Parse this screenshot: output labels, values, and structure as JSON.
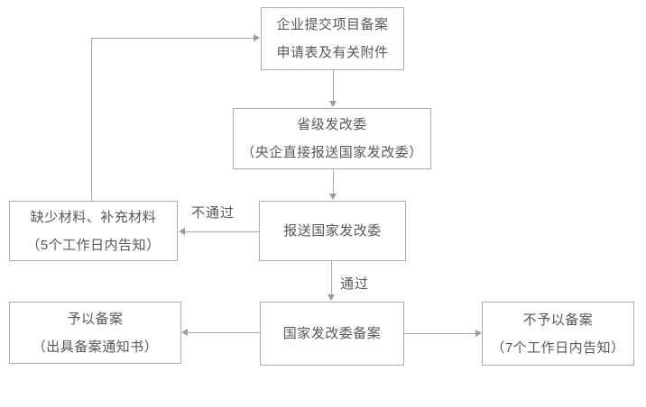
{
  "colors": {
    "background": "#ffffff",
    "node_border": "#ababab",
    "node_fill": "#ffffff",
    "text": "#595959",
    "line": "#a9a9a9",
    "arrowhead": "#9b9b9b"
  },
  "nodes": [
    {
      "id": "submit-application",
      "lines": [
        "企业提交项目备案",
        "申请表及有关附件"
      ]
    },
    {
      "id": "provincial-drc",
      "lines": [
        "省级发改委",
        "（央企直接报送国家发改委）"
      ]
    },
    {
      "id": "report-to-ndrc",
      "lines": [
        "报送国家发改委"
      ]
    },
    {
      "id": "missing-materials",
      "lines": [
        "缺少材料、补充材料",
        "（5个工作日内告知）"
      ]
    },
    {
      "id": "ndrc-filing",
      "lines": [
        "国家发改委备案"
      ]
    },
    {
      "id": "filing-granted",
      "lines": [
        "予以备案",
        "（出具备案通知书）"
      ]
    },
    {
      "id": "filing-denied",
      "lines": [
        "不予以备案",
        "（7个工作日内告知）"
      ]
    }
  ],
  "edges": [
    {
      "from": "submit-application",
      "to": "provincial-drc",
      "label": ""
    },
    {
      "from": "provincial-drc",
      "to": "report-to-ndrc",
      "label": ""
    },
    {
      "from": "report-to-ndrc",
      "to": "missing-materials",
      "label": "不通过"
    },
    {
      "from": "missing-materials",
      "to": "submit-application",
      "label": ""
    },
    {
      "from": "report-to-ndrc",
      "to": "ndrc-filing",
      "label": "通过"
    },
    {
      "from": "ndrc-filing",
      "to": "filing-granted",
      "label": ""
    },
    {
      "from": "ndrc-filing",
      "to": "filing-denied",
      "label": ""
    }
  ]
}
